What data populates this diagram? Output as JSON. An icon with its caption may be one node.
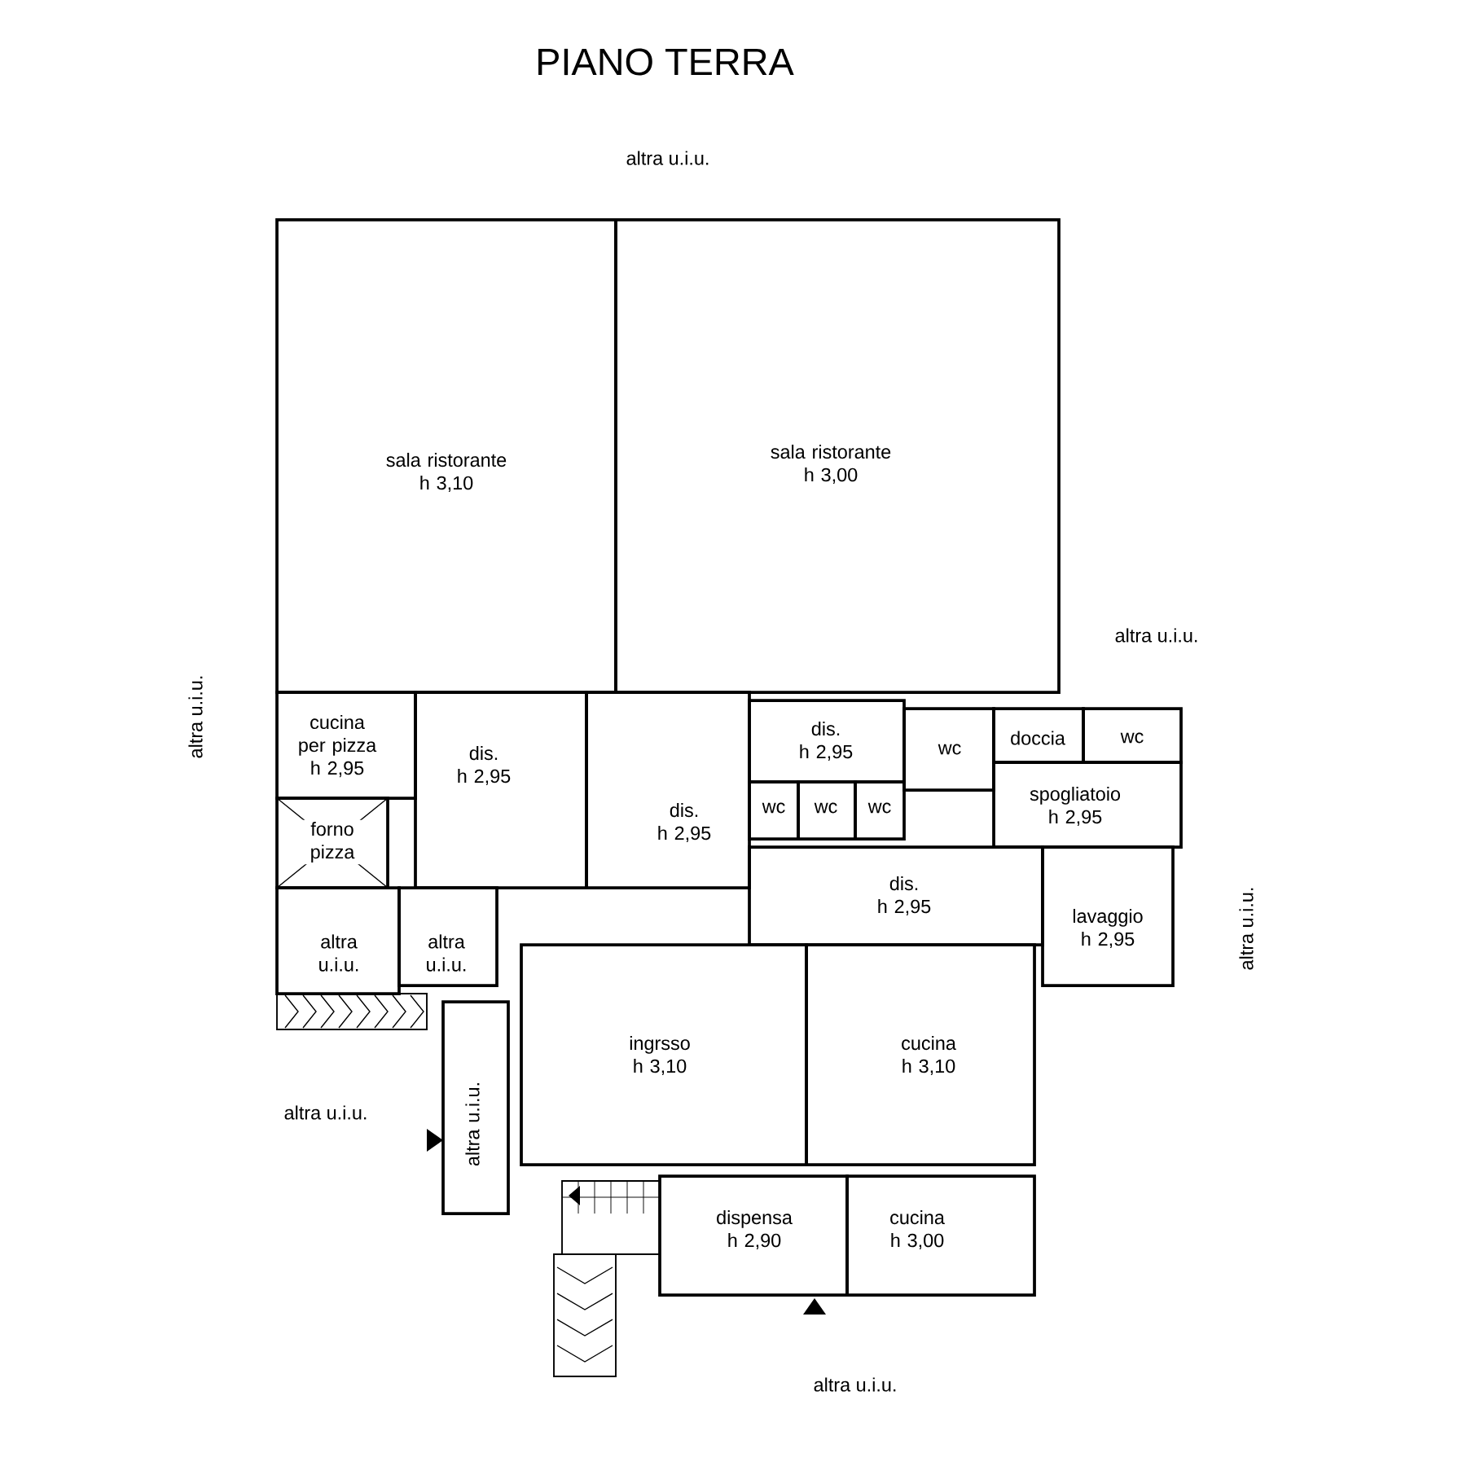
{
  "diagram": {
    "title": "PIANO TERRA",
    "nodes": [
      {
        "text": [
          "sala ristorante",
          "h 3,10"
        ]
      },
      {
        "text": [
          "sala ristorante",
          "h 3,00"
        ]
      },
      {
        "text": [
          "cucina per pizza",
          "h 2,95"
        ]
      },
      {
        "text": [
          "forno pizza"
        ]
      },
      {
        "text": [
          "dis.",
          "h 2,95"
        ]
      },
      {
        "text": [
          "dis.",
          "h 2,95"
        ]
      },
      {
        "text": [
          "dis.",
          "h 2,95"
        ]
      },
      {
        "text": [
          "wc"
        ]
      },
      {
        "text": [
          "wc"
        ]
      },
      {
        "text": [
          "wc"
        ]
      },
      {
        "text": [
          "wc"
        ]
      },
      {
        "text": [
          "doccia"
        ]
      },
      {
        "text": [
          "wc"
        ]
      },
      {
        "text": [
          "spogliatoio",
          "h 2,95"
        ]
      },
      {
        "text": [
          "dis.",
          "h 2,95"
        ]
      },
      {
        "text": [
          "lavaggio",
          "h 2,95"
        ]
      },
      {
        "text": [
          "altra u.i.u."
        ]
      },
      {
        "text": [
          "altra u.i.u."
        ]
      },
      {
        "text": [
          "ingrsso",
          "h 3,10"
        ]
      },
      {
        "text": [
          "cucina",
          "h 3,10"
        ]
      },
      {
        "text": [
          "altra u.i.u."
        ]
      },
      {
        "text": [
          "dispensa",
          "h 2,90"
        ]
      },
      {
        "text": [
          "cucina",
          "h 3,00"
        ]
      }
    ],
    "labels": [
      "altra u.i.u.",
      "altra u.i.u.",
      "altra u.i.u.",
      "altra u.i.u.",
      "altra u.i.u.",
      "altra u.i.u."
    ]
  }
}
